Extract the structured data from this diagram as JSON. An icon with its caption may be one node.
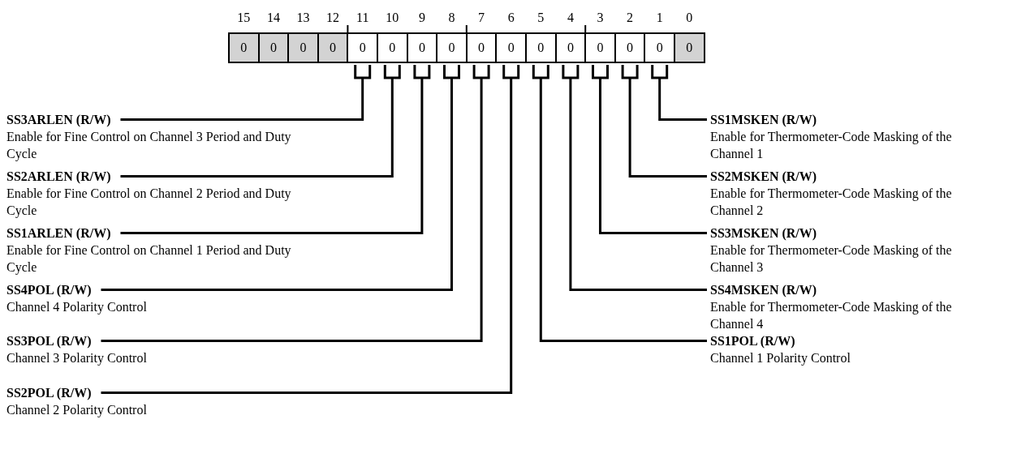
{
  "diagram": {
    "nodes": [
      {
        "text": [
          "0"
        ]
      },
      {
        "text": [
          "0"
        ]
      },
      {
        "text": [
          "0"
        ]
      },
      {
        "text": [
          "0"
        ]
      },
      {
        "text": [
          "0"
        ]
      },
      {
        "text": [
          "0"
        ]
      },
      {
        "text": [
          "0"
        ]
      },
      {
        "text": [
          "0"
        ]
      },
      {
        "text": [
          "0"
        ]
      },
      {
        "text": [
          "0"
        ]
      },
      {
        "text": [
          "0"
        ]
      },
      {
        "text": [
          "0"
        ]
      },
      {
        "text": [
          "0"
        ]
      },
      {
        "text": [
          "0"
        ]
      },
      {
        "text": [
          "0"
        ]
      },
      {
        "text": [
          "0"
        ]
      },
      {
        "text": [
          "SS3ARLEN (R/W)",
          "Enable for Fine Control on Channel 3 Period and Duty Cycle"
        ]
      },
      {
        "text": [
          "SS2ARLEN (R/W)",
          "Enable for Fine Control on Channel 2 Period and Duty Cycle"
        ]
      },
      {
        "text": [
          "SS1ARLEN (R/W)",
          "Enable for Fine Control on Channel 1 Period and Duty Cycle"
        ]
      },
      {
        "text": [
          "SS4POL (R/W)",
          "Channel 4 Polarity Control"
        ]
      },
      {
        "text": [
          "SS3POL (R/W)",
          "Channel 3 Polarity Control"
        ]
      },
      {
        "text": [
          "SS2POL (R/W)",
          "Channel 2 Polarity Control"
        ]
      },
      {
        "text": [
          "SS1MSKEN (R/W)",
          "Enable for Thermometer-Code Masking of the Channel 1"
        ]
      },
      {
        "text": [
          "SS2MSKEN (R/W)",
          "Enable for Thermometer-Code Masking of the Channel 2"
        ]
      },
      {
        "text": [
          "SS3MSKEN (R/W)",
          "Enable for Thermometer-Code Masking of the Channel 3"
        ]
      },
      {
        "text": [
          "SS4MSKEN (R/W)",
          "Enable for Thermometer-Code Masking of the Channel 4"
        ]
      },
      {
        "text": [
          "SS1POL (R/W)",
          "Channel 1 Polarity Control"
        ]
      }
    ],
    "edges": [
      {
        "from": 16,
        "to": 4,
        "arrow": "none"
      },
      {
        "from": 17,
        "to": 5,
        "arrow": "none"
      },
      {
        "from": 18,
        "to": 6,
        "arrow": "none"
      },
      {
        "from": 19,
        "to": 7,
        "arrow": "none"
      },
      {
        "from": 20,
        "to": 8,
        "arrow": "none"
      },
      {
        "from": 21,
        "to": 9,
        "arrow": "none"
      },
      {
        "from": 22,
        "to": 14,
        "arrow": "none"
      },
      {
        "from": 23,
        "to": 13,
        "arrow": "none"
      },
      {
        "from": 24,
        "to": 12,
        "arrow": "none"
      },
      {
        "from": 25,
        "to": 11,
        "arrow": "none"
      },
      {
        "from": 26,
        "to": 10,
        "arrow": "none"
      }
    ],
    "labels": [
      "15",
      "14",
      "13",
      "12",
      "11",
      "10",
      "9",
      "8",
      "7",
      "6",
      "5",
      "4",
      "3",
      "2",
      "1",
      "0"
    ]
  }
}
